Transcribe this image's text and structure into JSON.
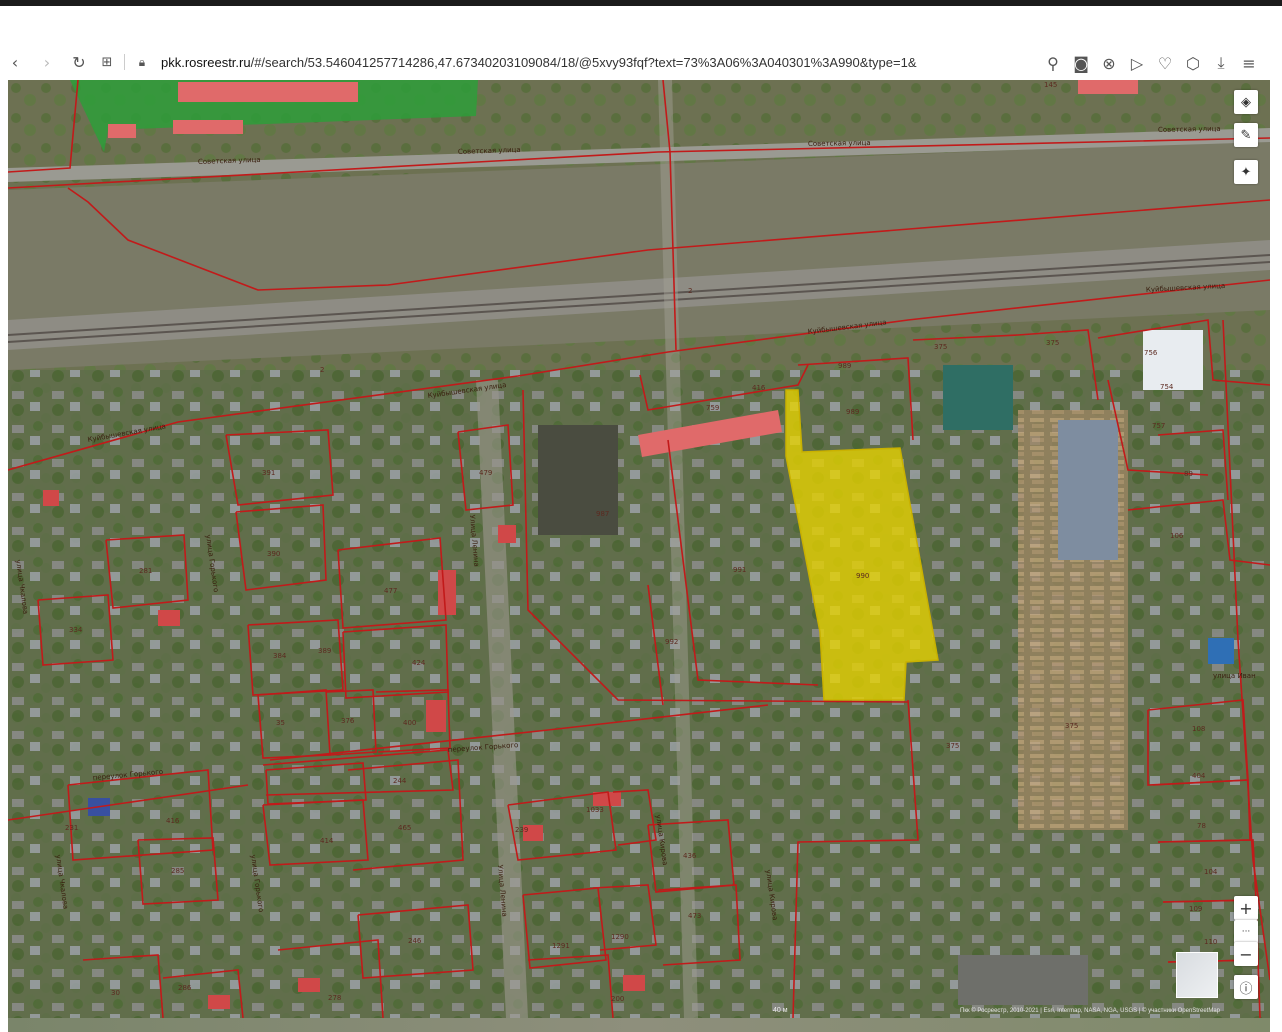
{
  "browser": {
    "url_host": "pkk.rosreestr.ru",
    "url_rest": "/#/search/53.546041257714286,47.67340203109084/18/@5xvy93fqf?text=73%3A06%3A040301%3A990&type=1&",
    "icons": [
      "back-icon",
      "forward-icon",
      "reload-icon",
      "grid-icon",
      "lock-icon",
      "search-icon",
      "camera-icon",
      "close-circle-icon",
      "send-icon",
      "heart-icon",
      "cube-icon",
      "download-icon",
      "menu-icon"
    ]
  },
  "map": {
    "highlight_color": "#e8d400",
    "boundary_color": "#c21a1a",
    "building_color": "#e06a6a",
    "green_area_color": "#2e9d3a",
    "streets": {
      "sovetskaya": "Советская улица",
      "kuibysheva": "Куйбышевская улица",
      "gorkogo_lane": "переулок Горького",
      "ulitsa_chkalova": "улица Чкалова",
      "ulitsa_gorkogo": "улица Горького",
      "ulitsa_lenina": "Улица Ленина",
      "ulitsa_kirova": "улица Кирова",
      "ulitsa_ivanova": "улица Иван"
    },
    "parcels": {
      "selected": "990",
      "p989": "989",
      "p987": "987",
      "p991": "991",
      "p992": "992",
      "p479": "479",
      "p391": "391",
      "p390": "390",
      "p391b": "391",
      "p281": "281",
      "p334": "334",
      "p477": "477",
      "p389": "389",
      "p384": "384",
      "p424": "424",
      "p376": "376",
      "p400": "400",
      "p35": "35",
      "p244": "244",
      "p416": "416",
      "p231": "231",
      "p285": "285",
      "p414": "414",
      "p465": "465",
      "p1033": "1033",
      "p239": "239",
      "p436": "436",
      "p473": "473",
      "p1291": "1291",
      "p1290": "1290",
      "p246": "246",
      "p278": "278",
      "p286": "286",
      "p30": "30",
      "p200": "200",
      "p375": "375",
      "p375b": "375",
      "p375c": "375",
      "p756": "756",
      "p754": "754",
      "p757": "757",
      "p89": "89",
      "p108": "108",
      "p106": "106",
      "p404": "404",
      "p78": "78",
      "p104": "104",
      "p109": "109",
      "p110": "110",
      "p2": "2",
      "p2b": "2",
      "p759": "759",
      "p416b": "416",
      "p145": "145"
    },
    "controls": {
      "layers": "◈",
      "draw": "✎",
      "locate": "✦",
      "zoom_in": "+",
      "more": "···",
      "zoom_out": "−",
      "info": "ⓘ"
    },
    "scale_label": "40 м",
    "attribution": "Пкк © Росреестр, 2010-2021 | Esri, Intermap, NASA, NGA, USGS | © участники OpenStreetMap"
  }
}
